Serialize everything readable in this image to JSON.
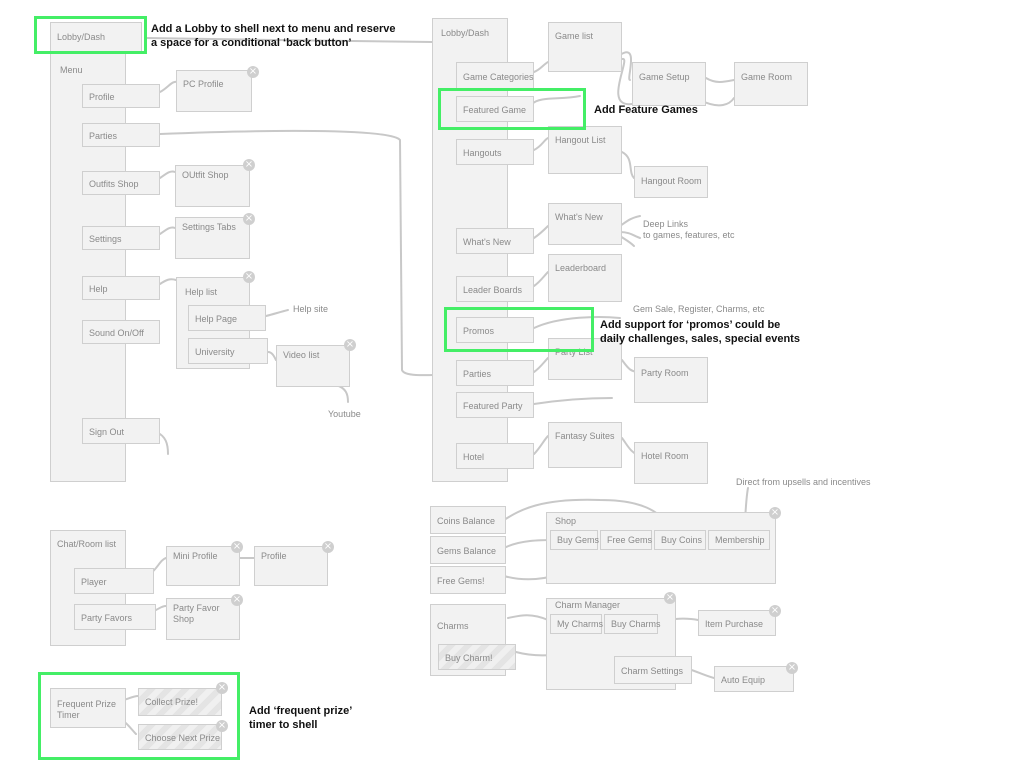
{
  "left": {
    "lobby_dash": "Lobby/Dash",
    "menu": "Menu",
    "profile": "Profile",
    "pc_profile": "PC Profile",
    "parties": "Parties",
    "outfits_shop": "Outfits Shop",
    "outfit_shop": "OUtfit Shop",
    "settings": "Settings",
    "settings_tabs": "Settings Tabs",
    "help": "Help",
    "help_list": "Help list",
    "help_page": "Help Page",
    "help_site": "Help site",
    "university": "University",
    "video_list": "Video list",
    "youtube": "Youtube",
    "sound": "Sound On/Off",
    "sign_out": "Sign Out"
  },
  "chat": {
    "chat_room_list": "Chat/Room list",
    "player": "Player",
    "mini_profile": "Mini Profile",
    "profile": "Profile",
    "party_favors": "Party Favors",
    "party_favor_shop": "Party Favor Shop"
  },
  "prize": {
    "frequent_prize_timer": "Frequent Prize Timer",
    "collect_prize": "Collect Prize!",
    "choose_next_prize": "Choose Next Prize"
  },
  "right": {
    "lobby_dash": "Lobby/Dash",
    "game_categories": "Game Categories",
    "game_list": "Game list",
    "game_setup": "Game Setup",
    "game_room": "Game Room",
    "featured_game": "Featured Game",
    "hangouts": "Hangouts",
    "hangout_list": "Hangout List",
    "hangout_room": "Hangout Room",
    "whats_new": "What's New",
    "whats_new_panel": "What's New",
    "deep_links": "Deep Links\nto games, features, etc",
    "leader_boards": "Leader Boards",
    "leaderboard": "Leaderboard",
    "promos": "Promos",
    "promo_note": "Gem Sale, Register, Charms, etc",
    "party_list": "Party List",
    "parties": "Parties",
    "party_room": "Party Room",
    "featured_party": "Featured Party",
    "hotel": "Hotel",
    "fantasy_suites": "Fantasy Suites",
    "hotel_room": "Hotel Room"
  },
  "shop": {
    "coins_balance": "Coins Balance",
    "gems_balance": "Gems Balance",
    "free_gems": "Free Gems!",
    "shop": "Shop",
    "buy_gems": "Buy Gems",
    "free_gems_btn": "Free Gems",
    "buy_coins": "Buy Coins",
    "membership": "Membership",
    "direct_note": "Direct from upsells and incentives"
  },
  "charms": {
    "charms": "Charms",
    "buy_charm": "Buy Charm!",
    "charm_manager": "Charm Manager",
    "my_charms": "My Charms",
    "buy_charms": "Buy Charms",
    "item_purchase": "Item Purchase",
    "charm_settings": "Charm Settings",
    "auto_equip": "Auto Equip"
  },
  "callouts": {
    "lobby": "Add a Lobby to shell next to menu and reserve\na space for a conditional ‘back button’",
    "feature_games": "Add Feature Games",
    "promos": "Add support for ‘promos’ could be\ndaily challenges, sales, special events",
    "prize": "Add ‘frequent prize’\ntimer to shell"
  },
  "icons": {
    "close": "close-x-icon"
  },
  "colors": {
    "highlight": "#44ee66",
    "box_fill": "#f2f2f2",
    "box_border": "#cfcfcf",
    "text": "#8a8a8a",
    "wire": "#c8c8c8"
  }
}
